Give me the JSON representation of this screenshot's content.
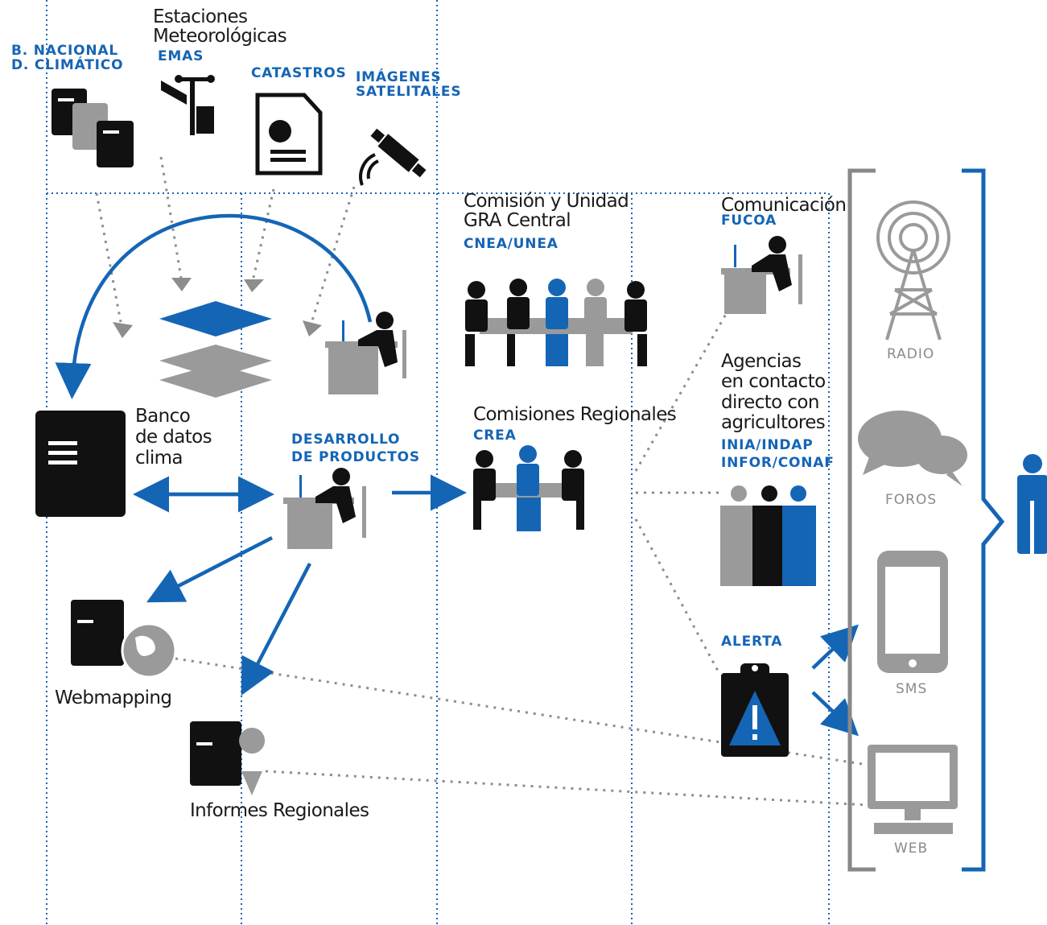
{
  "sources": {
    "bnacional": [
      "B. NACIONAL",
      "D. CLIMÁTICO"
    ],
    "estaciones": [
      "Estaciones",
      "Meteorológicas"
    ],
    "emas": "EMAS",
    "catastros": "CATASTROS",
    "imagenes": [
      "IMÁGENES",
      "SATELITALES"
    ]
  },
  "central": {
    "comision": [
      "Comisión y Unidad",
      "GRA Central"
    ],
    "cnea": "CNEA/UNEA"
  },
  "banco": [
    "Banco",
    "de datos",
    "clima"
  ],
  "desarrollo": [
    "DESARROLLO",
    "DE PRODUCTOS"
  ],
  "regionales": {
    "title": "Comisiones Regionales",
    "crea": "CREA"
  },
  "comunicacion": {
    "title": "Comunicación",
    "fucoa": "FUCOA"
  },
  "agencias": {
    "title": [
      "Agencias",
      "en contacto",
      "directo con",
      "agricultores"
    ],
    "orgs": [
      "INIA/INDAP",
      "INFOR/CONAF"
    ]
  },
  "alerta": "ALERTA",
  "webmapping": "Webmapping",
  "informes": "Informes Regionales",
  "channels": {
    "radio": "RADIO",
    "foros": "FOROS",
    "sms": "SMS",
    "web": "WEB"
  },
  "colors": {
    "blue": "#1565b5",
    "gray": "#9a9a9a",
    "dark": "#111111"
  }
}
